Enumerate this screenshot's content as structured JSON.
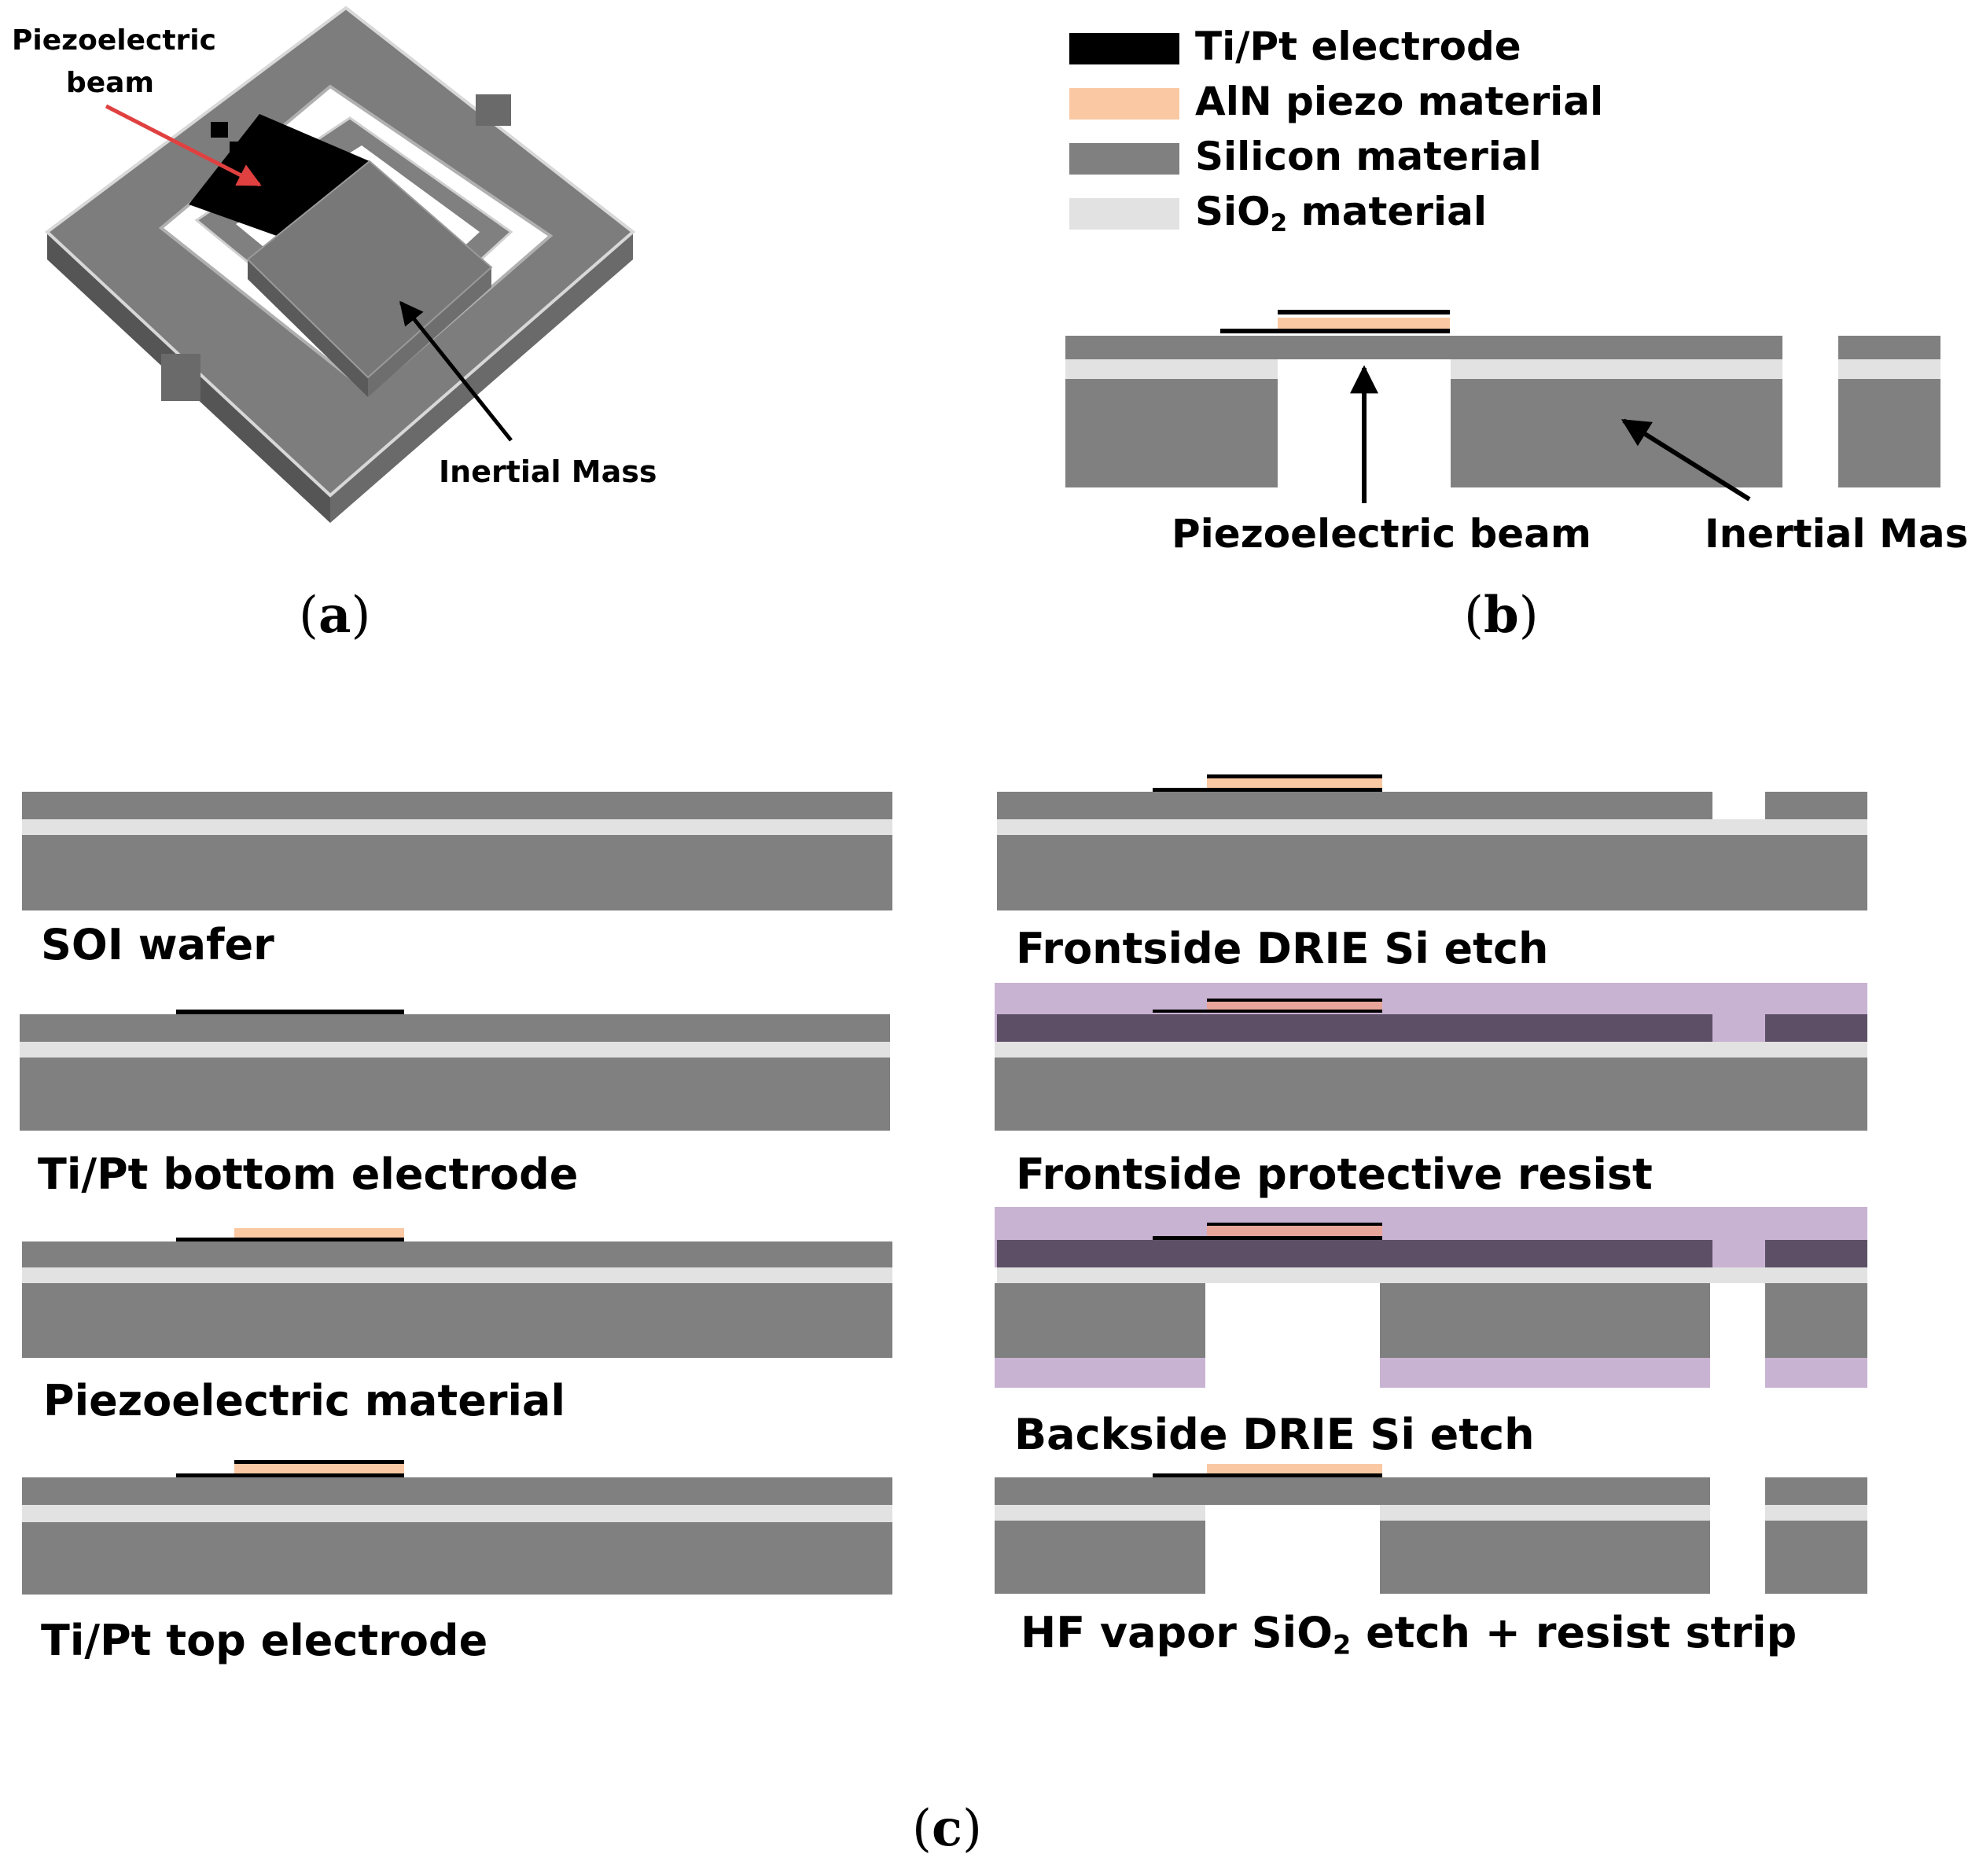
{
  "colors": {
    "electrode": "#000000",
    "piezo": "#fac9a3",
    "silicon": "#808080",
    "siliconDark": "#555555",
    "sio2": "#e2e2e2",
    "resist": "#c9b3d3",
    "resistOverSi": "#5d5066",
    "arrowRed": "#e04040"
  },
  "panel_a": {
    "label": "a",
    "beam_label_line1": "Piezoelectric",
    "beam_label_line2": "beam",
    "mass_label": "Inertial Mass"
  },
  "panel_b": {
    "label": "b",
    "legend": [
      {
        "name": "electrode",
        "label": "Ti/Pt electrode",
        "swatch": "#000000"
      },
      {
        "name": "piezo",
        "label": "AlN piezo material",
        "swatch": "#fac9a3"
      },
      {
        "name": "silicon",
        "label": "Silicon material",
        "swatch": "#808080"
      },
      {
        "name": "sio2",
        "label_pre": "SiO",
        "label_sub": "2",
        "label_post": " material",
        "swatch": "#e2e2e2"
      }
    ],
    "beam_label": "Piezoelectric beam",
    "mass_label": "Inertial Mass"
  },
  "panel_c": {
    "label": "c",
    "steps": {
      "s1": "SOI wafer",
      "s2": "Ti/Pt bottom electrode",
      "s3": "Piezoelectric material",
      "s4": "Ti/Pt top electrode",
      "s5": "Frontside DRIE Si etch",
      "s6": "Frontside protective resist",
      "s7": "Backside DRIE Si etch",
      "s8_pre": "HF vapor SiO",
      "s8_sub": "2",
      "s8_post": " etch + resist strip"
    }
  }
}
